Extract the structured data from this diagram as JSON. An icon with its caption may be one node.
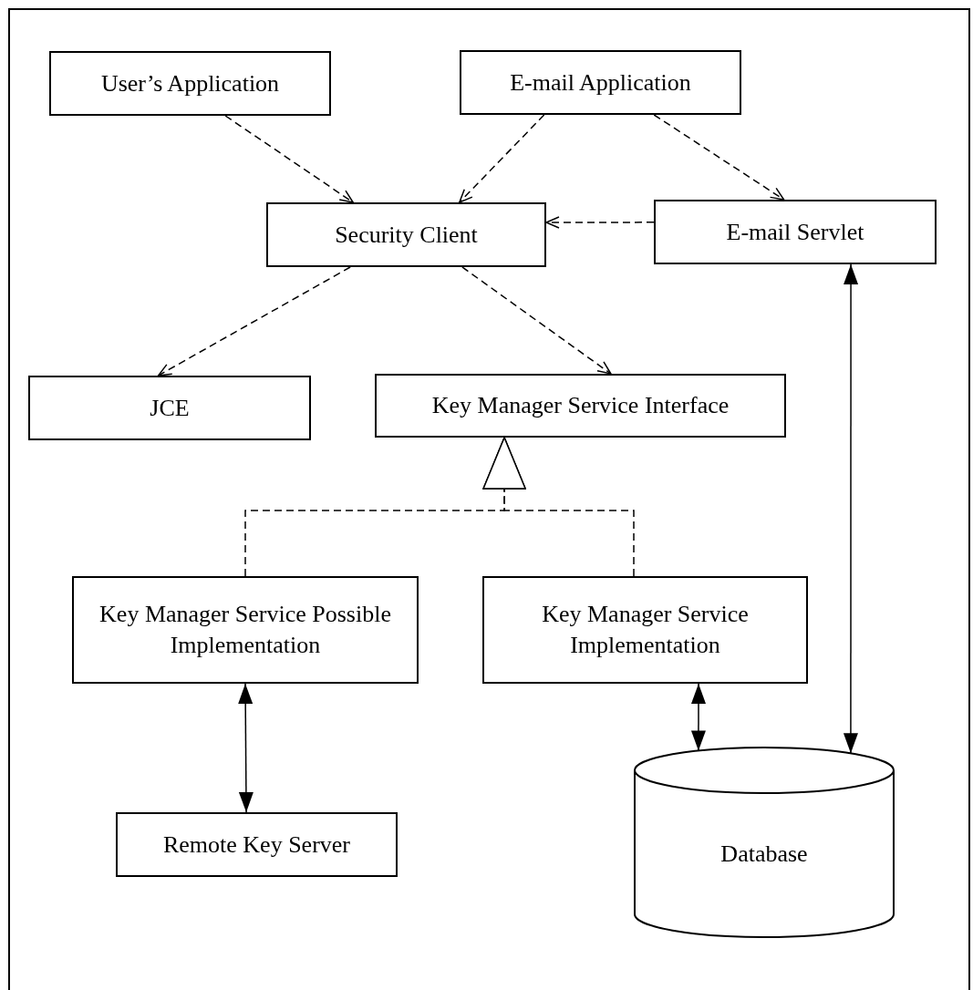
{
  "diagram": {
    "nodes": [
      {
        "text": [
          "User’s Application"
        ]
      },
      {
        "text": [
          "E-mail Application"
        ]
      },
      {
        "text": [
          "Security Client"
        ]
      },
      {
        "text": [
          "E-mail Servlet"
        ]
      },
      {
        "text": [
          "JCE"
        ]
      },
      {
        "text": [
          "Key Manager Service Interface"
        ]
      },
      {
        "text": [
          "Key Manager Service Possible Implementation"
        ]
      },
      {
        "text": [
          "Key Manager Service Implementation"
        ]
      },
      {
        "text": [
          "Remote Key Server"
        ]
      },
      {
        "text": [
          "Database"
        ]
      }
    ],
    "edges": [
      {
        "from": 0,
        "to": 2,
        "arrow": "to",
        "style": "dashed"
      },
      {
        "from": 1,
        "to": 2,
        "arrow": "to",
        "style": "dashed"
      },
      {
        "from": 1,
        "to": 3,
        "arrow": "to",
        "style": "dashed"
      },
      {
        "from": 3,
        "to": 2,
        "arrow": "to",
        "style": "dashed"
      },
      {
        "from": 2,
        "to": 4,
        "arrow": "to",
        "style": "dashed"
      },
      {
        "from": 2,
        "to": 5,
        "arrow": "to",
        "style": "dashed"
      },
      {
        "from": 6,
        "to": 5,
        "arrow": "to",
        "style": "dashed"
      },
      {
        "from": 7,
        "to": 5,
        "arrow": "to",
        "style": "dashed"
      },
      {
        "from": 6,
        "to": 8,
        "arrow": "both"
      },
      {
        "from": 7,
        "to": 9,
        "arrow": "both"
      },
      {
        "from": 3,
        "to": 9,
        "arrow": "both"
      }
    ]
  }
}
